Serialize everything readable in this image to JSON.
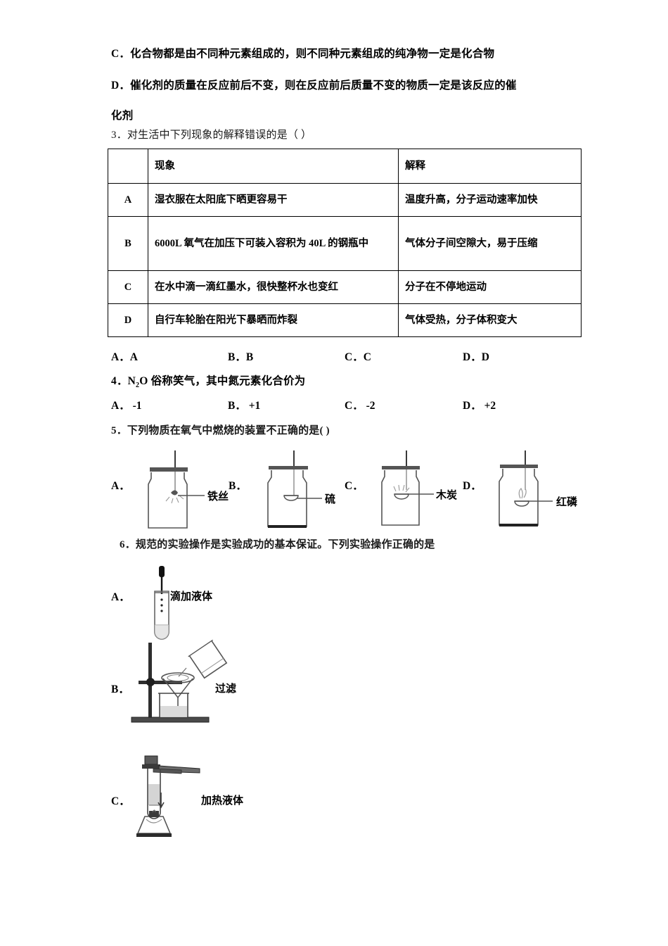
{
  "document": {
    "type": "exam-paper",
    "subject_hint": "chemistry"
  },
  "q2_tail": {
    "option_c": "C．化合物都是由不同种元素组成的，则不同种元素组成的纯净物一定是化合物",
    "option_d_line1": "D．催化剂的质量在反应前后不变，则在反应前后质量不变的物质一定是该反应的催",
    "option_d_line2": "化剂"
  },
  "q3": {
    "stem": "3．对生活中下列现象的解释错误的是（        ）",
    "table": {
      "headers": [
        "",
        "现象",
        "解释"
      ],
      "rows": [
        {
          "idx": "A",
          "phenomenon": "湿衣服在太阳底下晒更容易干",
          "explanation": "温度升高，分子运动速率加快"
        },
        {
          "idx": "B",
          "phenomenon": "6000L 氧气在加压下可装入容积为 40L 的钢瓶中",
          "explanation": "气体分子间空隙大，易于压缩"
        },
        {
          "idx": "C",
          "phenomenon": "在水中滴一滴红墨水，很快整杯水也变红",
          "explanation": "分子在不停地运动"
        },
        {
          "idx": "D",
          "phenomenon": "自行车轮胎在阳光下暴晒而炸裂",
          "explanation": "气体受热，分子体积变大"
        }
      ]
    },
    "choices": [
      "A．A",
      "B．B",
      "C．C",
      "D．D"
    ]
  },
  "q4": {
    "stem_prefix": "4．N",
    "stem_sub": "2",
    "stem_suffix": "O 俗称笑气，其中氮元素化合价为",
    "choices": [
      "A． -1",
      "B． +1",
      "C． -2",
      "D． +2"
    ]
  },
  "q5": {
    "stem": "5．下列物质在氧气中燃烧的装置不正确的是( )",
    "options": [
      {
        "label": "A．",
        "caption": "铁丝",
        "apparatus": "gas-jar-with-iron-wire"
      },
      {
        "label": "B．",
        "caption": "硫",
        "apparatus": "gas-jar-with-sulfur-spoon"
      },
      {
        "label": "C．",
        "caption": "木炭",
        "apparatus": "gas-jar-with-charcoal-spoon"
      },
      {
        "label": "D．",
        "caption": "红磷",
        "apparatus": "gas-jar-with-red-phosphorus-spoon"
      }
    ]
  },
  "q6": {
    "stem": "6．规范的实验操作是实验成功的基本保证。下列实验操作正确的是",
    "options": [
      {
        "label": "A．",
        "caption": "滴加液体",
        "apparatus": "test-tube-with-dropper"
      },
      {
        "label": "B．",
        "caption": "过滤",
        "apparatus": "filtration-setup"
      },
      {
        "label": "C．",
        "caption": "加热液体",
        "apparatus": "heating-liquid-setup"
      }
    ]
  },
  "colors": {
    "text": "#000000",
    "rule": "#000000",
    "soft_rule": "#8c8c8c",
    "line_art": "#444444",
    "fill_light": "#d8d8d8"
  }
}
